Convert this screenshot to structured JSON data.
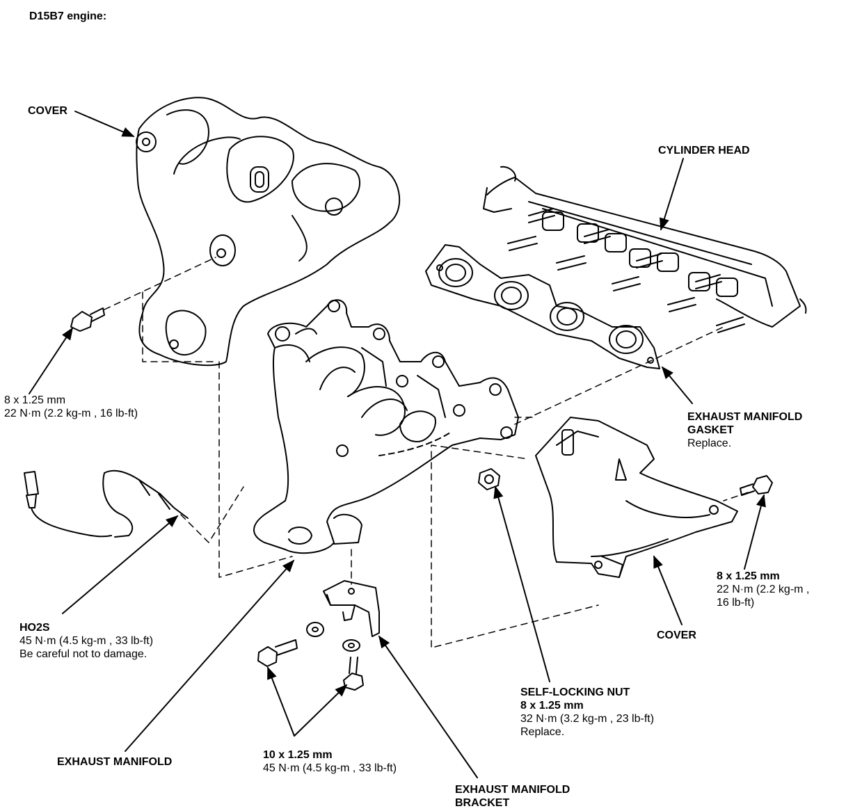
{
  "header": {
    "engine_label": "D15B7 engine:"
  },
  "labels": {
    "cover_top": "COVER",
    "cylinder_head": "CYLINDER HEAD",
    "gasket": {
      "line1": "EXHAUST MANIFOLD",
      "line2": "GASKET",
      "line3": "Replace."
    },
    "bolt_left": {
      "size": "8 x 1.25 mm",
      "torque": "22 N·m (2.2 kg-m , 16 lb-ft)"
    },
    "bolt_right": {
      "size": "8 x 1.25 mm",
      "torque1": "22  N·m  (2.2  kg-m  ,",
      "torque2": "16 lb-ft)"
    },
    "cover_bottom": "COVER",
    "ho2s": {
      "name": "HO2S",
      "torque": "45 N·m (4.5 kg-m , 33 lb-ft)",
      "note": "Be careful not to damage."
    },
    "nut": {
      "name": "SELF-LOCKING NUT",
      "size": "8 x 1.25 mm",
      "torque": "32 N·m (3.2 kg-m , 23 lb-ft)",
      "note": "Replace."
    },
    "exhaust_manifold": "EXHAUST MANIFOLD",
    "bracket_bolts": {
      "size": "10 x 1.25 mm",
      "torque": "45  N·m  (4.5  kg-m  , 33  lb-ft)"
    },
    "bracket": {
      "line1": "EXHAUST MANIFOLD",
      "line2": "BRACKET"
    }
  }
}
